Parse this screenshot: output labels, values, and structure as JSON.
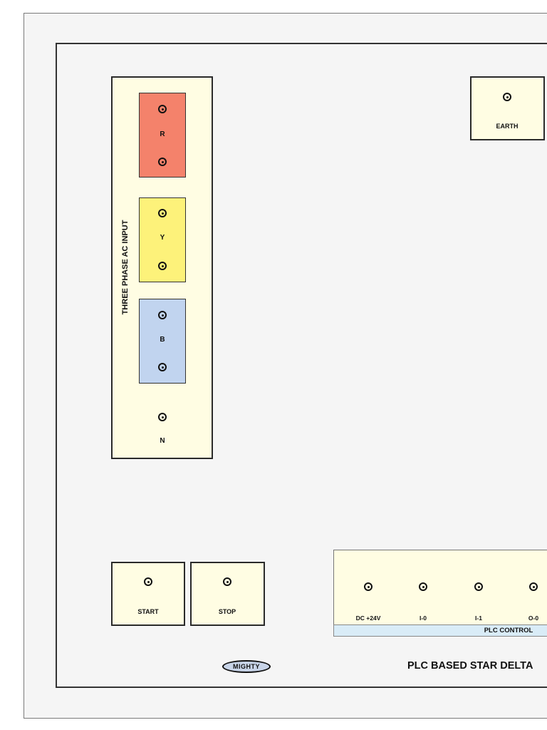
{
  "panel": {
    "three_phase_title": "THREE PHASE AC INPUT",
    "phases": [
      {
        "label": "R",
        "color": "#f4826b"
      },
      {
        "label": "Y",
        "color": "#fdf27a"
      },
      {
        "label": "B",
        "color": "#c1d4ef"
      }
    ],
    "neutral_label": "N",
    "earth_label": "EARTH",
    "start_label": "START",
    "stop_label": "STOP",
    "plc": {
      "title": "PLC CONTROL",
      "terminals": [
        "DC +24V",
        "I-0",
        "I-1",
        "O-0"
      ]
    },
    "logo_text": "MIGHTY",
    "footer_title": "PLC BASED STAR DELTA"
  }
}
